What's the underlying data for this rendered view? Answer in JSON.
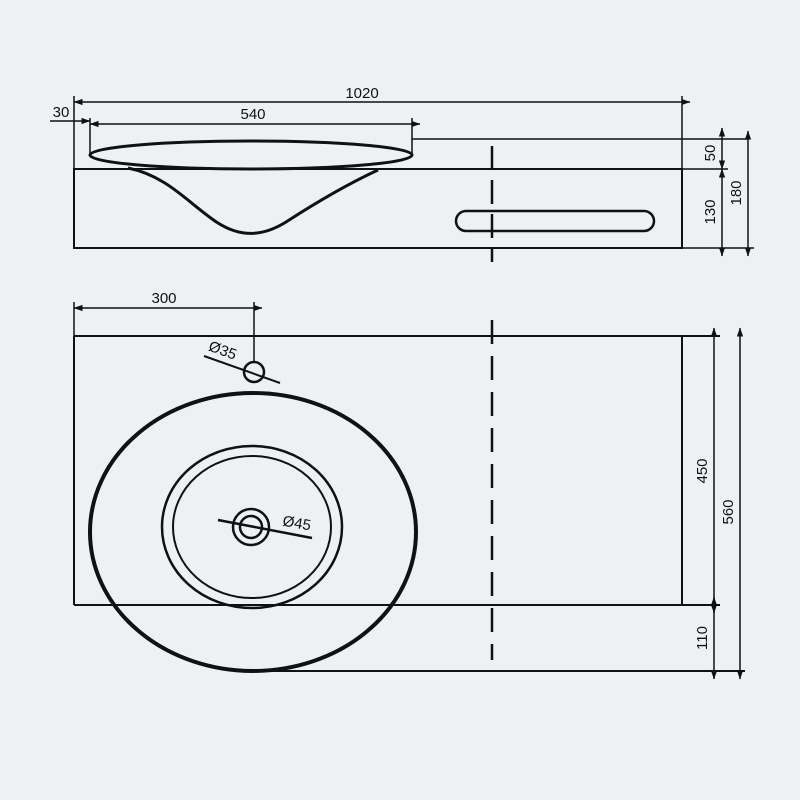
{
  "drawing": {
    "background": "#eef1f4",
    "line_color": "#111111",
    "side_view": {
      "dimensions": {
        "total_width": "1020",
        "edge_offset": "30",
        "basin_width": "540",
        "rim_thickness": "50",
        "body_height": "130",
        "total_height": "180"
      }
    },
    "top_view": {
      "dimensions": {
        "tap_hole_offset": "300",
        "tap_hole_diameter": "Ø35",
        "drain_diameter": "Ø45",
        "depth": "450",
        "overhang": "110",
        "total_depth": "560"
      }
    }
  }
}
